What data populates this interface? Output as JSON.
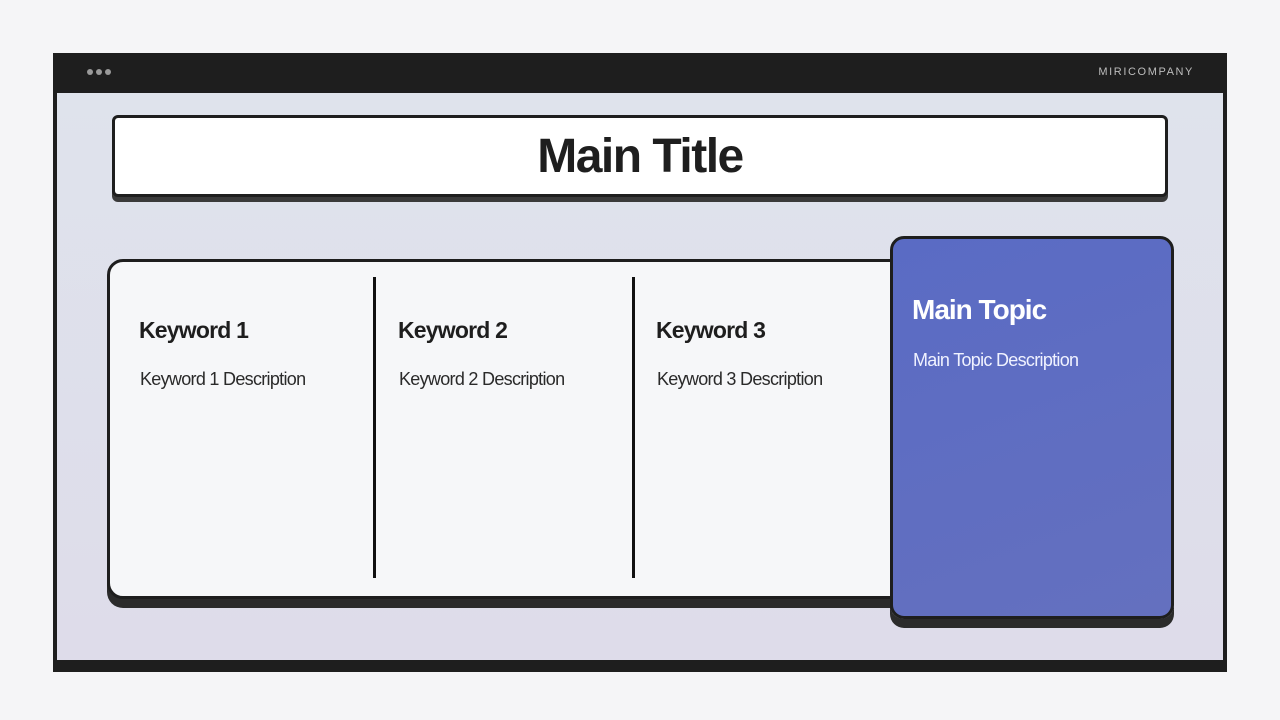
{
  "header": {
    "brand": "MIRICOMPANY",
    "menu_icon": "more-dots-icon"
  },
  "slide": {
    "title": "Main Title",
    "keywords": [
      {
        "title": "Keyword 1",
        "description": "Keyword 1 Description"
      },
      {
        "title": "Keyword 2",
        "description": "Keyword 2 Description"
      },
      {
        "title": "Keyword 3",
        "description": "Keyword 3 Description"
      }
    ],
    "main_topic": {
      "title": "Main Topic",
      "description": "Main Topic Description"
    }
  },
  "colors": {
    "frame": "#1e1e1e",
    "canvas": "#dfe1ec",
    "accent": "#5b6bc4",
    "panel": "#f6f7f9"
  }
}
